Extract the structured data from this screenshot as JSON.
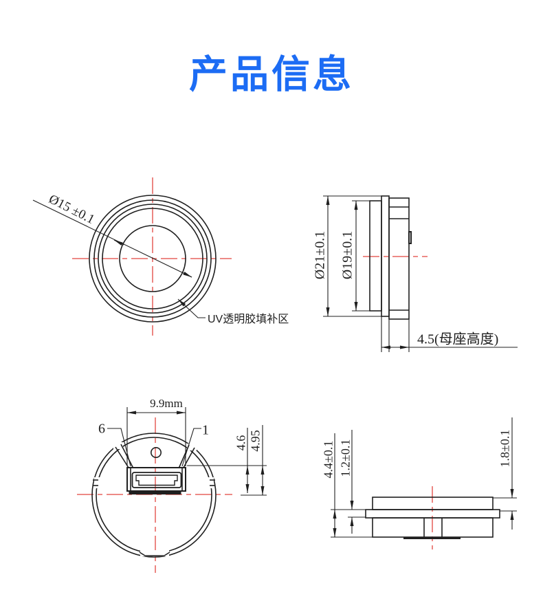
{
  "page": {
    "title": "产品信息",
    "title_color": "#1c6cf4",
    "background_color": "#ffffff",
    "line_color": "#1f1f1f",
    "centerline_color": "#e2453f"
  },
  "front_view": {
    "diameter_label": "Ø15 ±0.1",
    "fill_zone_label": "UV透明胶填补区"
  },
  "side_view": {
    "outer_diameter_label": "Ø21±0.1",
    "inner_diameter_label": "Ø19±0.1",
    "socket_height_label": "4.5(母座高度)"
  },
  "back_view": {
    "width_label": "9.9mm",
    "pin6_label": "6",
    "pin1_label": "1",
    "depth_label_1": "4.6",
    "depth_label_2": "4.95"
  },
  "profile_view": {
    "socket_depth_label": "4.4±0.1",
    "plate_thickness_label": "1.2±0.1",
    "top_height_label": "1.8±0.1"
  }
}
